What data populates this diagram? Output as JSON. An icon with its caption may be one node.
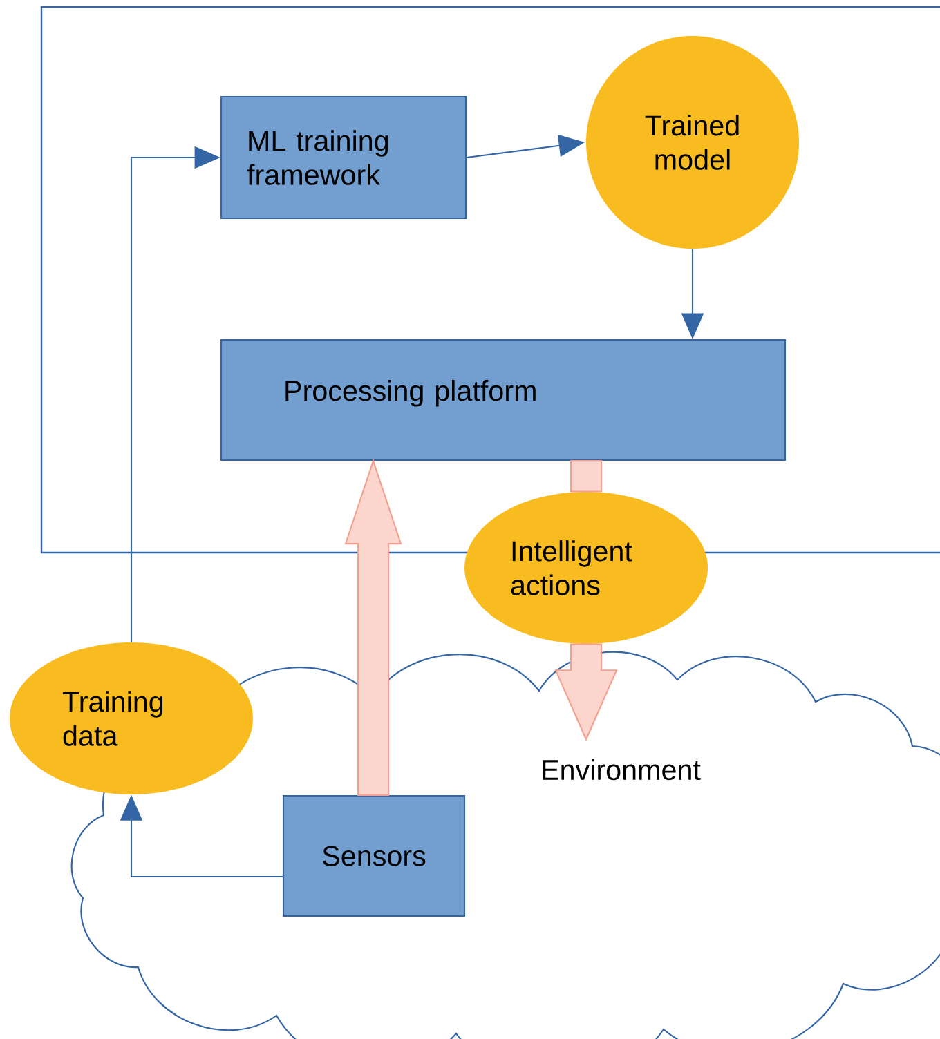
{
  "diagram": {
    "nodes": [
      {
        "text": [],
        "shape": "box"
      },
      {
        "text": [
          "ML training framework"
        ],
        "in": 0
      },
      {
        "text": [
          "Trained model"
        ],
        "in": 0
      },
      {
        "text": [
          "Processing platform"
        ],
        "in": 0
      },
      {
        "text": [
          "Intelligent actions"
        ]
      },
      {
        "text": [
          "Environment"
        ]
      },
      {
        "text": [
          "Training data"
        ]
      },
      {
        "text": [
          "Sensors"
        ],
        "in": 5
      }
    ],
    "edges": [
      {
        "from": 6,
        "to": 1,
        "arrow": "to"
      },
      {
        "from": 1,
        "to": 2,
        "arrow": "to"
      },
      {
        "from": 2,
        "to": 3,
        "arrow": "to"
      },
      {
        "from": 7,
        "to": 3,
        "arrow": "to",
        "style": "thick",
        "color": "#fcd5cc"
      },
      {
        "from": 3,
        "to": 4,
        "arrow": "none",
        "style": "thick",
        "color": "#fcd5cc"
      },
      {
        "from": 4,
        "to": 5,
        "arrow": "to",
        "style": "thick",
        "color": "#fcd5cc"
      },
      {
        "from": 7,
        "to": 6,
        "arrow": "to"
      }
    ]
  }
}
